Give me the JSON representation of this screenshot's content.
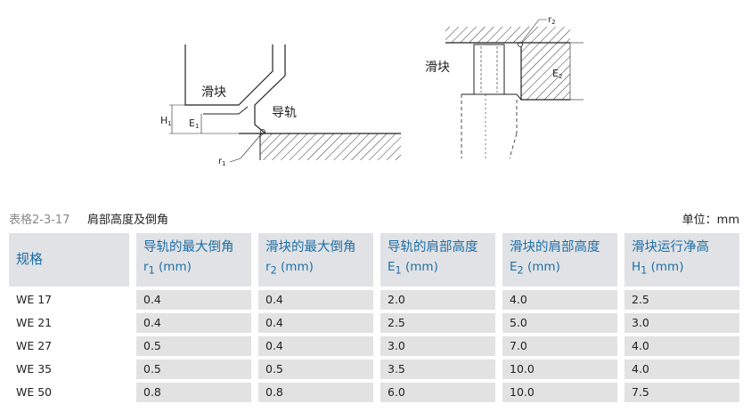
{
  "diagram_left": {
    "slider_label": "滑块",
    "rail_label": "导轨",
    "h1_label": "H",
    "h1_sub": "1",
    "e1_label": "E",
    "e1_sub": "1",
    "r1_label": "r",
    "r1_sub": "1"
  },
  "diagram_right": {
    "slider_label": "滑块",
    "e2_label": "E",
    "e2_sub": "2",
    "r2_label": "r",
    "r2_sub": "2"
  },
  "caption": {
    "id": "表格2-3-17",
    "title": "肩部高度及倒角",
    "unit": "单位：mm"
  },
  "table": {
    "headers": [
      {
        "line1": "规格",
        "line2": ""
      },
      {
        "line1": "导轨的最大倒角",
        "sym": "r",
        "sub": "1",
        "unit": " (mm)"
      },
      {
        "line1": "滑块的最大倒角",
        "sym": "r",
        "sub": "2",
        "unit": " (mm)"
      },
      {
        "line1": "导轨的肩部高度",
        "sym": "E",
        "sub": "1",
        "unit": " (mm)"
      },
      {
        "line1": "滑块的肩部高度",
        "sym": "E",
        "sub": "2",
        "unit": " (mm)"
      },
      {
        "line1": "滑块运行净高",
        "sym": "H",
        "sub": "1",
        "unit": " (mm)"
      }
    ],
    "rows": [
      [
        "WE 17",
        "0.4",
        "0.4",
        "2.0",
        "4.0",
        "2.5"
      ],
      [
        "WE 21",
        "0.4",
        "0.4",
        "2.5",
        "5.0",
        "3.0"
      ],
      [
        "WE 27",
        "0.5",
        "0.4",
        "3.0",
        "7.0",
        "4.0"
      ],
      [
        "WE 35",
        "0.5",
        "0.5",
        "3.5",
        "10.0",
        "4.0"
      ],
      [
        "WE 50",
        "0.8",
        "0.8",
        "6.0",
        "10.0",
        "7.5"
      ]
    ]
  }
}
